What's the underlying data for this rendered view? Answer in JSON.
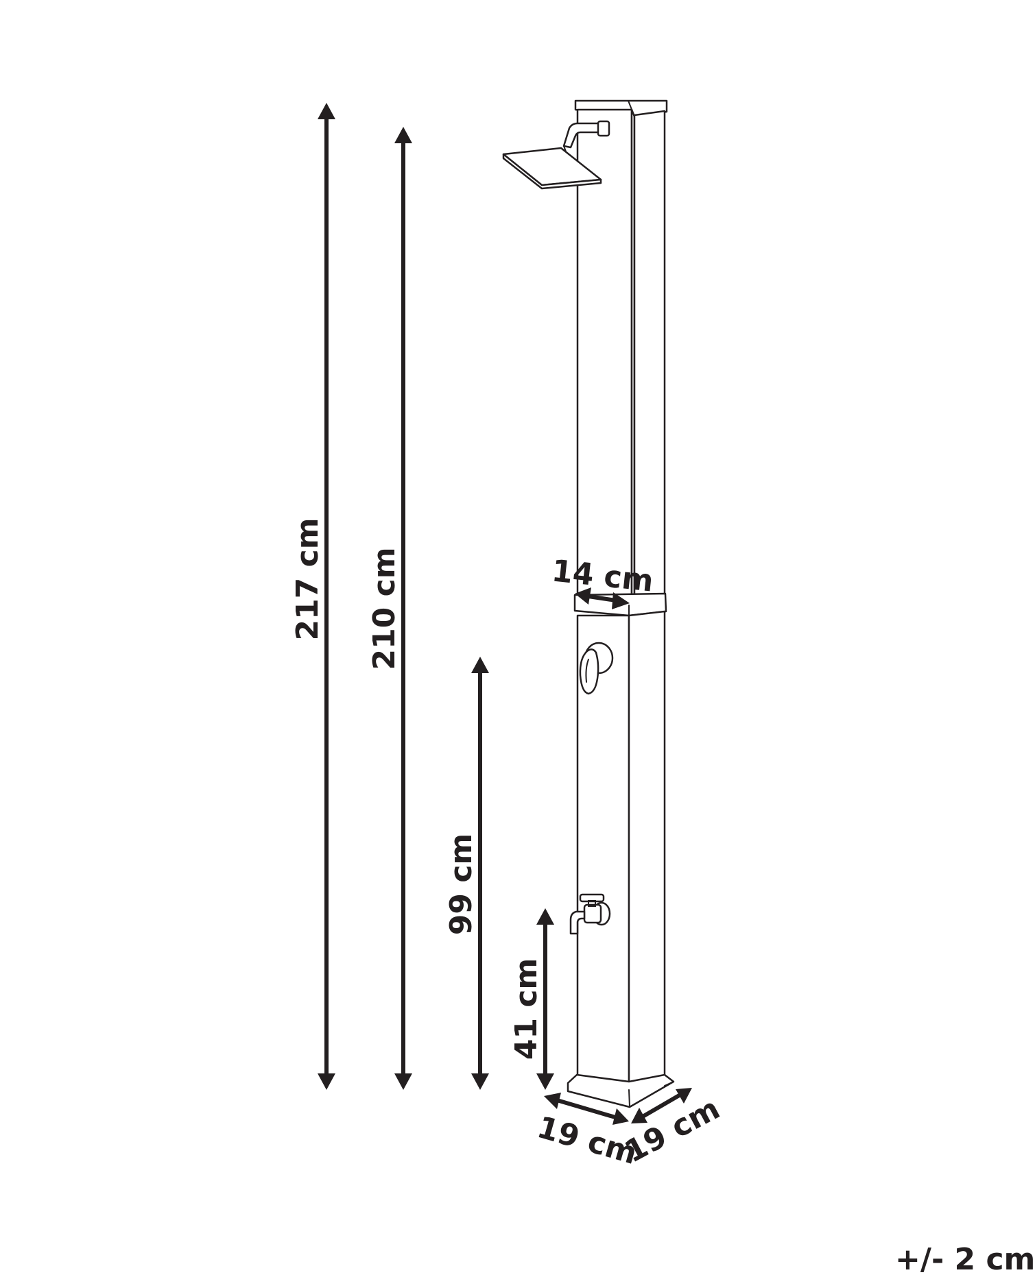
{
  "dimensions": {
    "total_height": "217 cm",
    "shower_head_height": "210 cm",
    "mixer_height": "99 cm",
    "tap_height": "41 cm",
    "column_width": "14 cm",
    "base_width": "19 cm",
    "base_depth": "19 cm"
  },
  "tolerance": "+/- 2 cm",
  "colors": {
    "line": "#231f20",
    "background": "#ffffff"
  }
}
